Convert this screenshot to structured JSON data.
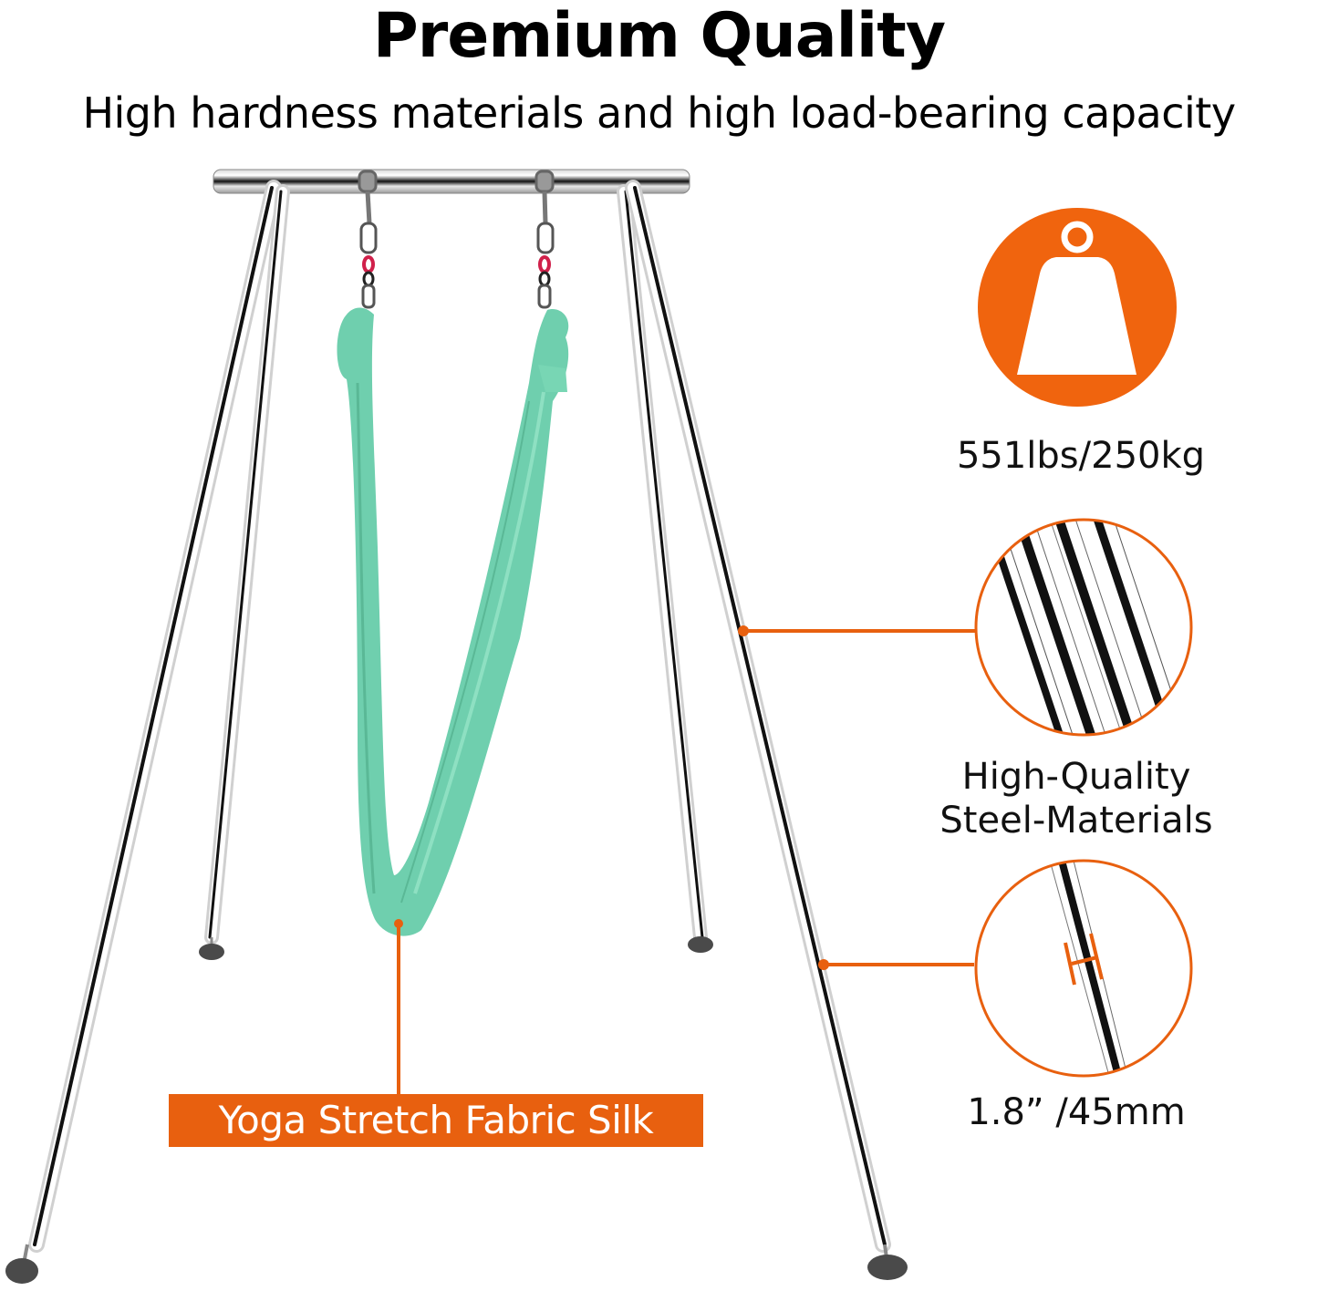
{
  "header": {
    "title": "Premium Quality",
    "subtitle": "High hardness materials and high load-bearing capacity"
  },
  "features": [
    {
      "icon": "weight-icon",
      "label": "551lbs/250kg"
    },
    {
      "icon": "steel-tubes-closeup-icon",
      "label_line1": "High-Quality",
      "label_line2": "Steel-Materials"
    },
    {
      "icon": "tube-diameter-icon",
      "label": "1.8”  /45mm"
    }
  ],
  "callout": {
    "silk_label": "Yoga Stretch Fabric Silk"
  },
  "colors": {
    "accent_orange": "#e8600f",
    "silk_green": "#6fcfae",
    "steel_dark": "#111111",
    "foot_gray": "#4a4a4a"
  }
}
